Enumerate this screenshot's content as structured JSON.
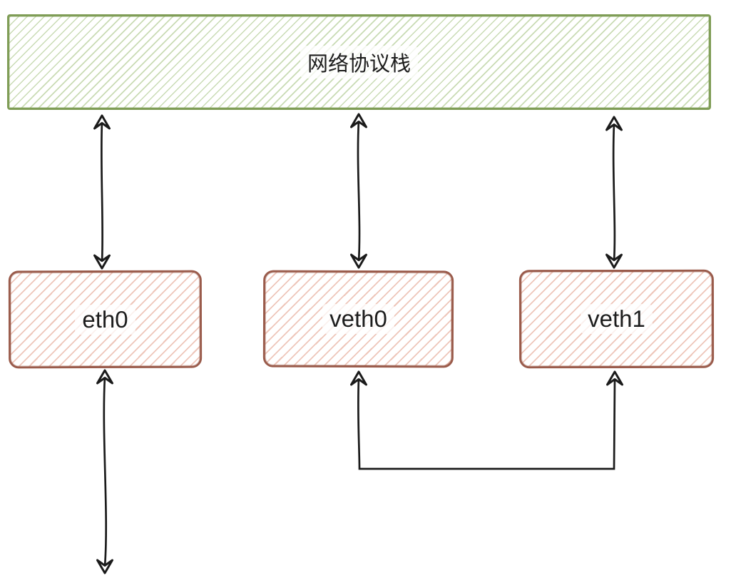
{
  "diagram": {
    "title": "网络协议栈",
    "nodes": {
      "stack": {
        "label": "网络协议栈"
      },
      "eth0": {
        "label": "eth0"
      },
      "veth0": {
        "label": "veth0"
      },
      "veth1": {
        "label": "veth1"
      }
    },
    "edges": [
      {
        "a": "网络协议栈",
        "b": "eth0",
        "style": "double-arrow-vertical"
      },
      {
        "a": "网络协议栈",
        "b": "veth0",
        "style": "double-arrow-vertical"
      },
      {
        "a": "网络协议栈",
        "b": "veth1",
        "style": "double-arrow-vertical"
      },
      {
        "a": "eth0",
        "b": "",
        "style": "double-arrow-downward-offcanvas"
      },
      {
        "a": "veth0",
        "b": "veth1",
        "style": "u-shaped-pair-link-arrows-up"
      }
    ],
    "colors": {
      "stack_stroke": "#7f9d56",
      "stack_hatch": "#c9dbb4",
      "iface_stroke": "#9a5b4b",
      "iface_hatch": "#eec6ba",
      "arrow": "#1b1b1b"
    }
  }
}
